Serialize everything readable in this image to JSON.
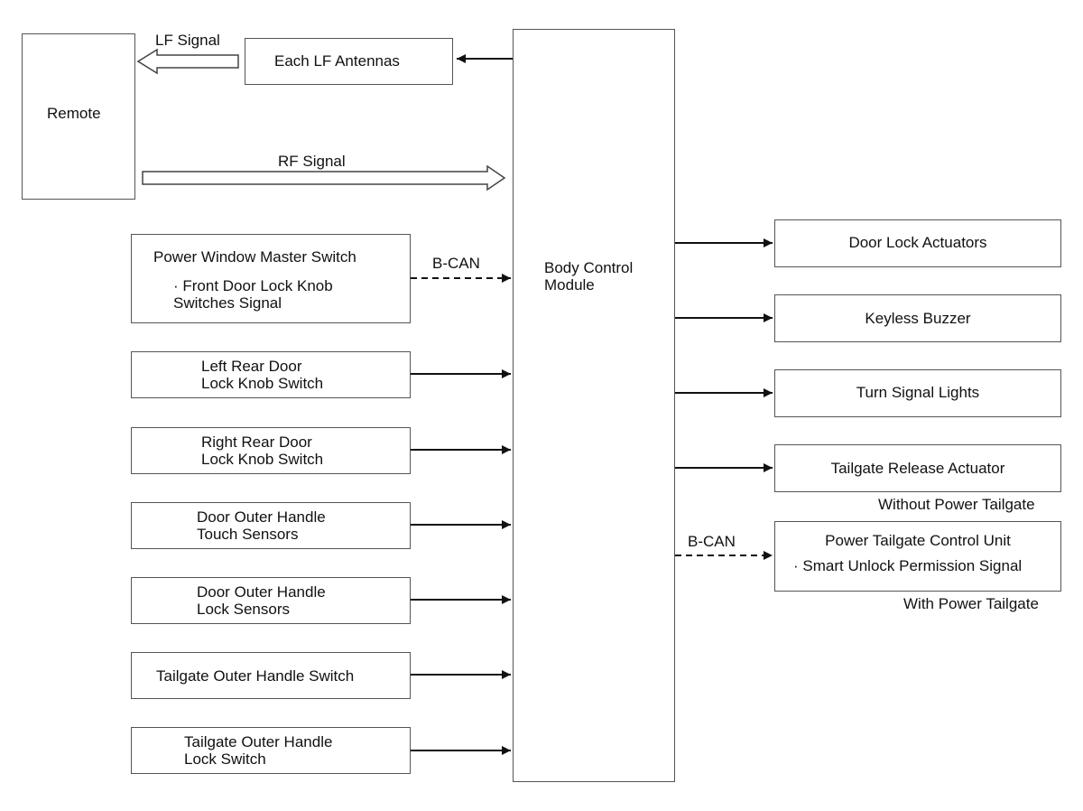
{
  "remote": {
    "label": "Remote"
  },
  "antennas": {
    "label": "Each LF Antennas"
  },
  "lf_signal": {
    "label": "LF Signal"
  },
  "rf_signal": {
    "label": "RF Signal"
  },
  "bcm": {
    "line1": "Body Control",
    "line2": "Module"
  },
  "bcan_left": "B-CAN",
  "bcan_right": "B-CAN",
  "inputs": {
    "power_window": {
      "title": "Power Window Master Switch",
      "detail1": "· Front Door Lock Knob",
      "detail2": "Switches Signal"
    },
    "left_rear": {
      "line1": "Left Rear Door",
      "line2": "Lock Knob Switch"
    },
    "right_rear": {
      "line1": "Right Rear Door",
      "line2": "Lock Knob Switch"
    },
    "touch_sensors": {
      "line1": "Door Outer Handle",
      "line2": "Touch Sensors"
    },
    "lock_sensors": {
      "line1": "Door Outer Handle",
      "line2": "Lock Sensors"
    },
    "tailgate_handle": {
      "line1": "Tailgate Outer Handle Switch"
    },
    "tailgate_lock": {
      "line1": "Tailgate Outer Handle",
      "line2": "Lock Switch"
    }
  },
  "outputs": {
    "door_lock": {
      "label": "Door Lock Actuators"
    },
    "buzzer": {
      "label": "Keyless Buzzer"
    },
    "turn_signal": {
      "label": "Turn Signal Lights"
    },
    "tailgate_release": {
      "label": "Tailgate Release Actuator",
      "note": "Without Power Tailgate"
    },
    "power_tailgate": {
      "title": "Power Tailgate Control Unit",
      "detail": "· Smart Unlock Permission Signal",
      "note": "With Power Tailgate"
    }
  }
}
